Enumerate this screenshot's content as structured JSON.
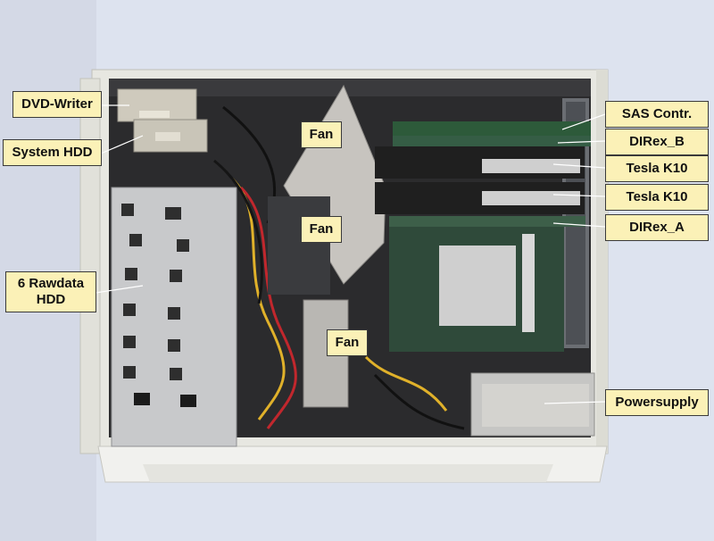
{
  "labels": {
    "dvd_writer": "DVD-Writer",
    "system_hdd": "System HDD",
    "rawdata_hdd": "6 Rawdata\nHDD",
    "fan_top": "Fan",
    "fan_middle": "Fan",
    "fan_bottom": "Fan",
    "sas_controller": "SAS Contr.",
    "direx_b": "DIRex_B",
    "tesla_k10_upper": "Tesla K10",
    "tesla_k10_lower": "Tesla K10",
    "direx_a": "DIRex_A",
    "powersupply": "Powersupply"
  },
  "colors": {
    "background": "#dde3ef",
    "label_fill": "#fbf1b7",
    "label_border": "#3a3a3a",
    "case_frame": "#e7e7e1",
    "gpu_body": "#1f1f1f",
    "motherboard": "#2f4a3a"
  }
}
